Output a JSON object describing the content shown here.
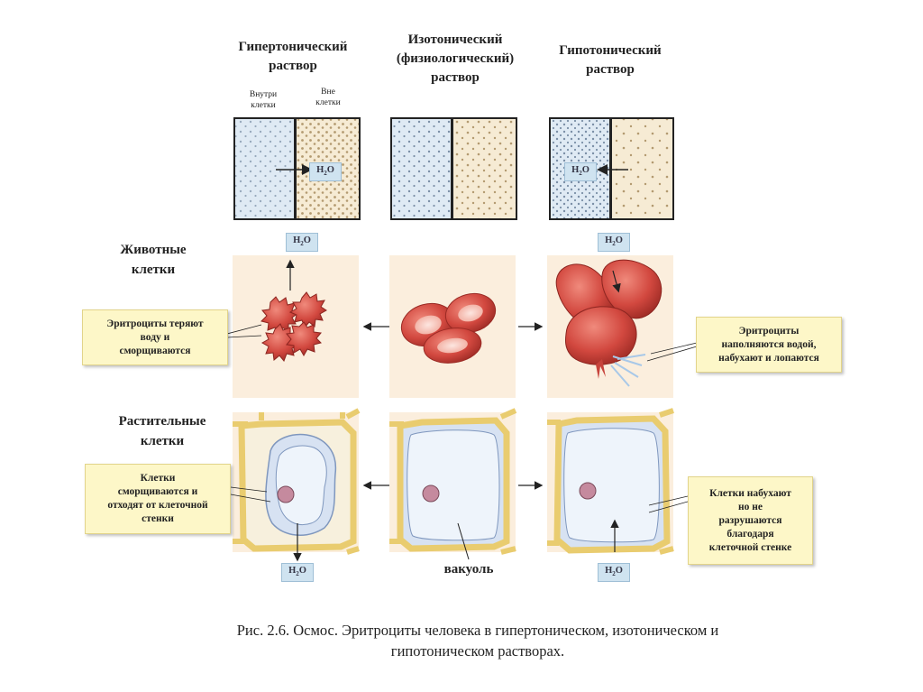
{
  "headers": {
    "hypertonic": [
      "Гипертонический",
      "раствор"
    ],
    "isotonic": [
      "Изотонический",
      "(физиологический)",
      "раствор"
    ],
    "hypotonic": [
      "Гипотонический",
      "раствор"
    ]
  },
  "beaker_labels": {
    "inside": [
      "Внутри",
      "клетки"
    ],
    "outside": [
      "Вне",
      "клетки"
    ]
  },
  "water_label": "H2O",
  "row_labels": {
    "animal": [
      "Животные",
      "клетки"
    ],
    "plant": [
      "Растительные",
      "клетки"
    ]
  },
  "callouts": {
    "animal_left": [
      "Эритроциты теряют",
      "воду и",
      "сморщиваются"
    ],
    "animal_right": [
      "Эритроциты",
      "наполняются водой,",
      "набухают и лопаются"
    ],
    "plant_left": [
      "Клетки",
      "сморщиваются и",
      "отходят от клеточной",
      "стенки"
    ],
    "plant_right": [
      "Клетки набухают",
      "но не",
      "разрушаются",
      "благодаря",
      "клеточной стенке"
    ]
  },
  "vacuole_label": "вакуоль",
  "caption": [
    "Рис. 2.6. Осмос. Эритроциты человека в гипертоническом, изотоническом и",
    "гипотоническом растворах."
  ],
  "colors": {
    "inside_fill": "#dfeaf4",
    "outside_fill": "#f6ebd4",
    "panel_bg": "#fbeedd",
    "rbc": "#c7433b",
    "plant_wall": "#e9cc6f",
    "callout_bg": "#fdf7c8"
  }
}
